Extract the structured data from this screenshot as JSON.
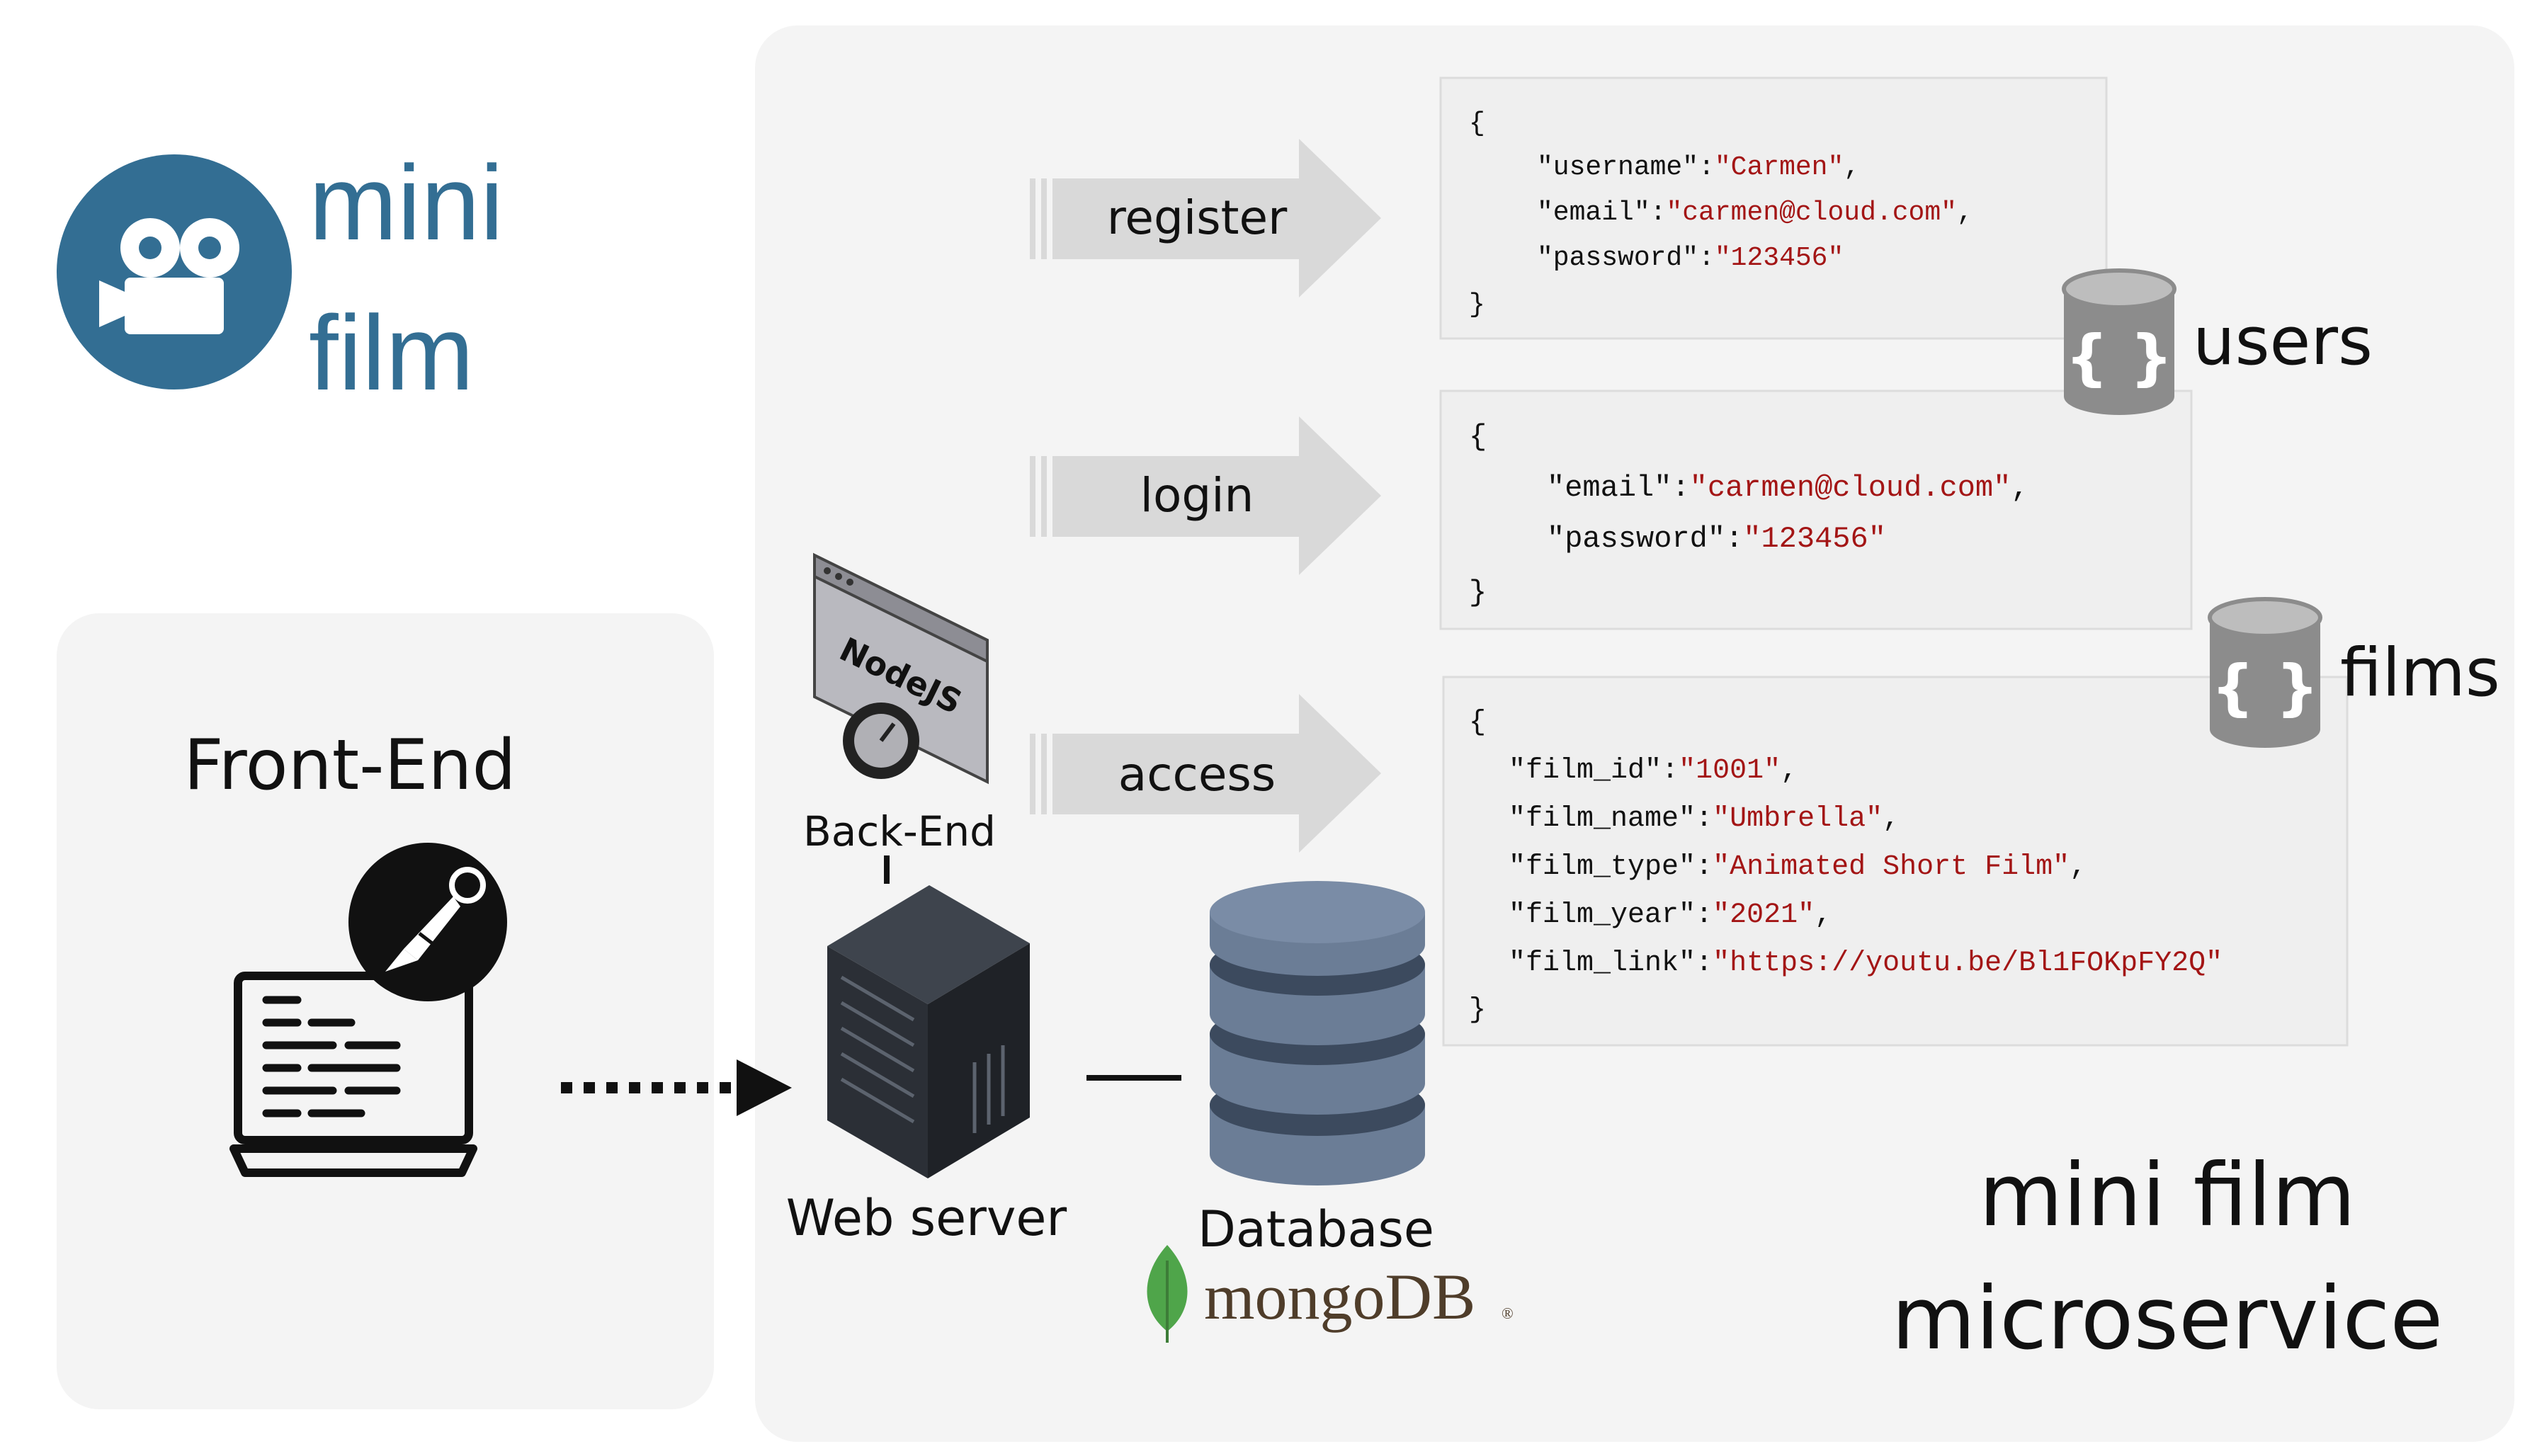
{
  "logo": {
    "line1": "mini",
    "line2": "film",
    "brand_color": "#336e93"
  },
  "frontend": {
    "label": "Front-End"
  },
  "backend": {
    "label": "Back-End",
    "badge": "NodeJS"
  },
  "webserver": {
    "label": "Web server"
  },
  "database": {
    "label": "Database",
    "brand": "mongoDB",
    "brand_mark": "®"
  },
  "microservice": {
    "line1": "mini film",
    "line2": "microservice"
  },
  "collections": {
    "users": "users",
    "films": "films",
    "icon_text": "{ }"
  },
  "routes": {
    "register": "register",
    "login": "login",
    "access": "access"
  },
  "json_register": [
    {
      "key": "\"username\"",
      "value": "\"Carmen\"",
      "tail": ","
    },
    {
      "key": "\"email\"",
      "value": "\"carmen@cloud.com\"",
      "tail": ","
    },
    {
      "key": "\"password\"",
      "value": "\"123456\"",
      "tail": ""
    }
  ],
  "json_login": [
    {
      "key": "\"email\"",
      "value": "\"carmen@cloud.com\"",
      "tail": ","
    },
    {
      "key": "\"password\"",
      "value": "\"123456\"",
      "tail": ""
    }
  ],
  "json_access": [
    {
      "key": "\"film_id\"",
      "value": "\"1001\"",
      "tail": ","
    },
    {
      "key": "\"film_name\"",
      "value": "\"Umbrella\"",
      "tail": ","
    },
    {
      "key": "\"film_type\"",
      "value": "\"Animated Short Film\"",
      "tail": ","
    },
    {
      "key": "\"film_year\"",
      "value": "\"2021\"",
      "tail": ","
    },
    {
      "key": "\"film_link\"",
      "value": "\"https://youtu.be/Bl1FOKpFY2Q\"",
      "tail": ""
    }
  ],
  "braces": {
    "open": "{",
    "close": "}"
  },
  "colors": {
    "panel": "#f4f4f4",
    "code_box": "#efefef",
    "json_value": "#a31515",
    "arrow": "#d9d9d9",
    "db_blue": "#6b7d96",
    "db_dark": "#3c4a5e",
    "cyl_gray": "#8c8c8c",
    "server": "#2b2f36"
  }
}
